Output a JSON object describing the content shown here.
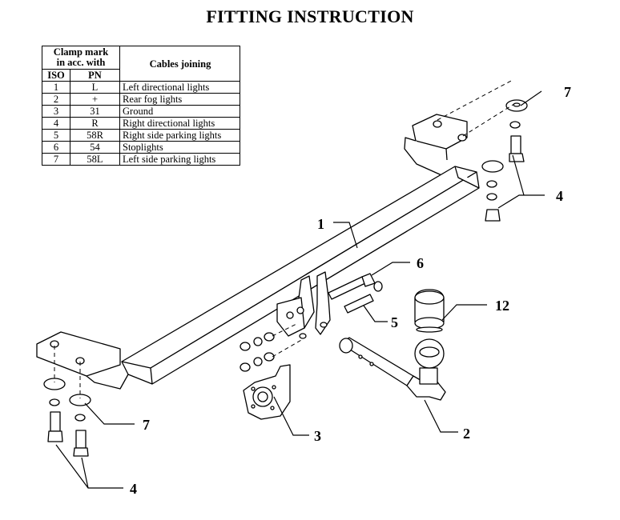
{
  "title": "FITTING INSTRUCTION",
  "table": {
    "header_clamp_line1": "Clamp mark",
    "header_clamp_line2": "in acc. with",
    "header_cables": "Cables joining",
    "header_iso": "ISO",
    "header_pn": "PN",
    "rows": [
      {
        "iso": "1",
        "pn": "L",
        "desc": "Left directional lights"
      },
      {
        "iso": "2",
        "pn": "+",
        "desc": "Rear fog lights"
      },
      {
        "iso": "3",
        "pn": "31",
        "desc": "Ground"
      },
      {
        "iso": "4",
        "pn": "R",
        "desc": "Right directional lights"
      },
      {
        "iso": "5",
        "pn": "58R",
        "desc": "Right side parking lights"
      },
      {
        "iso": "6",
        "pn": "54",
        "desc": "Stoplights"
      },
      {
        "iso": "7",
        "pn": "58L",
        "desc": "Left side parking lights"
      }
    ]
  },
  "callouts": {
    "crossbar": "1",
    "ball_arm": "2",
    "socket_plate": "3",
    "bolts_right": "4",
    "bolts_left": "4",
    "bolts_middle_lower": "5",
    "bolts_middle_upper": "6",
    "washer_right": "7",
    "washer_left": "7",
    "ball_cover": "12"
  }
}
